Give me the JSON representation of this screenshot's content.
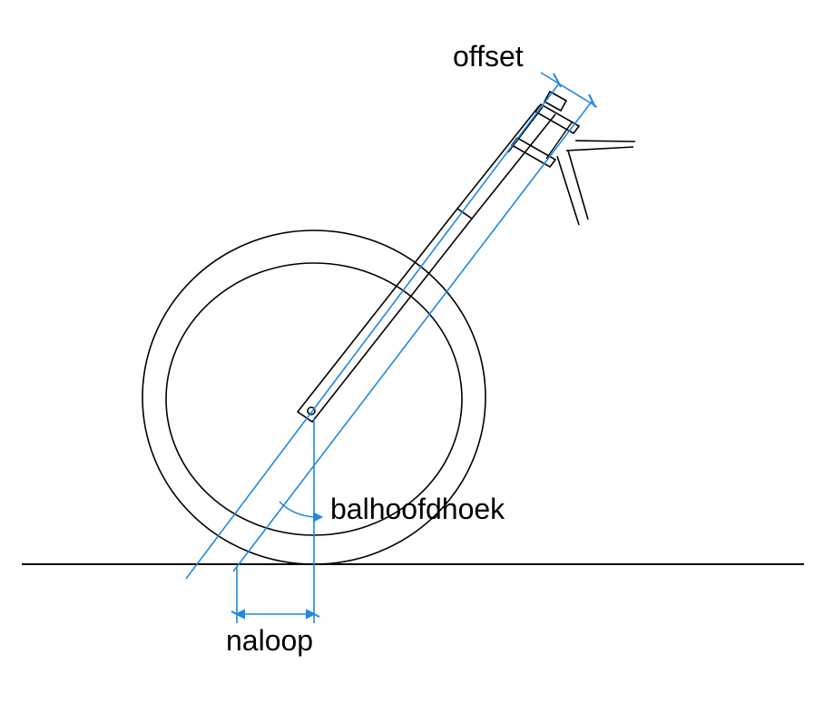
{
  "labels": {
    "offset": "offset",
    "head_angle": "balhoofdhoek",
    "trail": "naloop"
  },
  "colors": {
    "line": "#000000",
    "dimension": "#1e88e5",
    "background": "#ffffff"
  }
}
